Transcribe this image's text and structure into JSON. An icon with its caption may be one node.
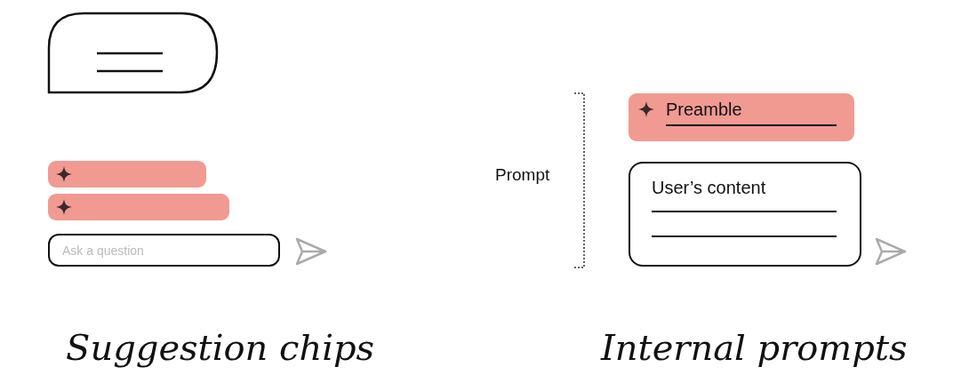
{
  "diagram": {
    "nodes": [
      {
        "text": [],
        "shape": "box"
      },
      {
        "text": [],
        "shape": "box"
      },
      {
        "text": [
          "Ask a question"
        ]
      },
      {
        "text": [
          "Preamble"
        ]
      },
      {
        "text": [
          "User’s content"
        ]
      }
    ],
    "labels": [
      "Prompt",
      "Suggestion chips",
      "Internal prompts"
    ]
  }
}
